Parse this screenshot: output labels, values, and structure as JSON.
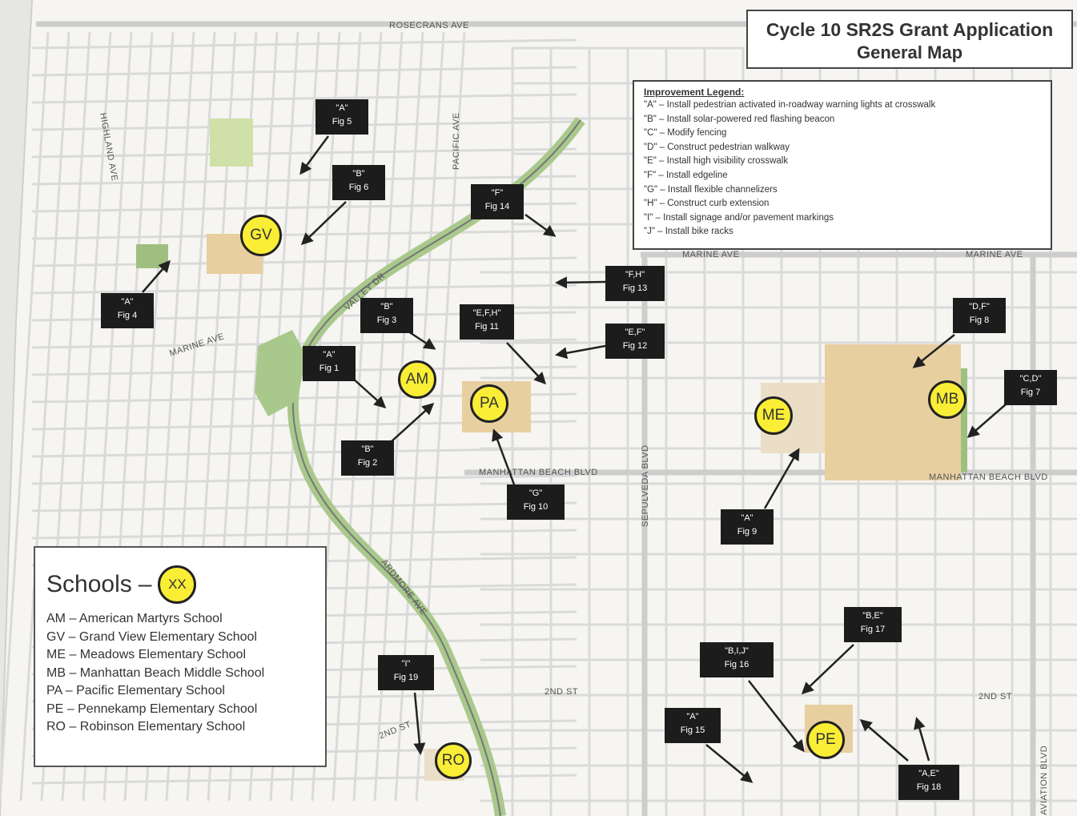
{
  "map": {
    "title_line1": "Cycle 10 SR2S Grant Application",
    "title_line2": "General Map"
  },
  "improvement_legend": {
    "title": "Improvement Legend:",
    "items": [
      "\"A\" – Install pedestrian activated in-roadway warning lights at crosswalk",
      "\"B\" – Install solar-powered red flashing beacon",
      "\"C\" – Modify fencing",
      "\"D\" – Construct pedestrian walkway",
      "\"E\" – Install high visibility crosswalk",
      "\"F\" – Install edgeline",
      "\"G\" – Install flexible channelizers",
      "\"H\" – Construct curb extension",
      "\"I\" – Install signage and/or pavement markings",
      "\"J\" – Install bike racks"
    ]
  },
  "schools_legend": {
    "title": "Schools",
    "dash": "–",
    "badge": "XX",
    "items": [
      "AM – American Martyrs School",
      "GV – Grand View Elementary School",
      "ME – Meadows Elementary School",
      "MB – Manhattan Beach Middle School",
      "PA – Pacific Elementary School",
      "PE – Pennekamp Elementary School",
      "RO – Robinson Elementary School"
    ]
  },
  "schools": {
    "gv": "GV",
    "am": "AM",
    "pa": "PA",
    "me": "ME",
    "mb": "MB",
    "pe": "PE",
    "ro": "RO"
  },
  "callouts": {
    "fig5": {
      "code": "\"A\"",
      "fig": "Fig 5"
    },
    "fig6": {
      "code": "\"B\"",
      "fig": "Fig 6"
    },
    "fig14": {
      "code": "\"F\"",
      "fig": "Fig 14"
    },
    "fig4": {
      "code": "\"A\"",
      "fig": "Fig 4"
    },
    "fig3": {
      "code": "\"B\"",
      "fig": "Fig 3"
    },
    "fig1": {
      "code": "\"A\"",
      "fig": "Fig 1"
    },
    "fig2": {
      "code": "\"B\"",
      "fig": "Fig 2"
    },
    "fig11": {
      "code": "\"E,F,H\"",
      "fig": "Fig 11"
    },
    "fig13": {
      "code": "\"F,H\"",
      "fig": "Fig 13"
    },
    "fig12": {
      "code": "\"E,F\"",
      "fig": "Fig 12"
    },
    "fig10": {
      "code": "\"G\"",
      "fig": "Fig 10"
    },
    "fig8": {
      "code": "\"D,F\"",
      "fig": "Fig 8"
    },
    "fig7": {
      "code": "\"C,D\"",
      "fig": "Fig 7"
    },
    "fig9": {
      "code": "\"A\"",
      "fig": "Fig 9"
    },
    "fig19": {
      "code": "\"I\"",
      "fig": "Fig 19"
    },
    "fig17": {
      "code": "\"B,E\"",
      "fig": "Fig 17"
    },
    "fig16": {
      "code": "\"B,I,J\"",
      "fig": "Fig 16"
    },
    "fig15": {
      "code": "\"A\"",
      "fig": "Fig 15"
    },
    "fig18": {
      "code": "\"A,E\"",
      "fig": "Fig 18"
    }
  },
  "streets": {
    "rosecrans": "ROSECRANS AVE",
    "highland": "HIGHLAND AVE",
    "pacific": "PACIFIC AVE",
    "valley": "VALLEY DR",
    "marine": "MARINE AVE",
    "marine_e": "MARINE AVE",
    "marine_mid": "MARINE AVE",
    "mbblvd1": "MANHATTAN BEACH BLVD",
    "mbblvd2": "MANHATTAN BEACH BLVD",
    "sepulveda": "SEPULVEDA BLVD",
    "ardmore": "ARDMORE AVE",
    "second1": "2ND ST",
    "second2": "2ND ST",
    "second3": "2ND ST",
    "aviation": "AVIATION BLVD"
  },
  "colors": {
    "road": "#d9d9d9",
    "major_road": "#c9c9c9",
    "green_corridor": "#a9c98c",
    "school_ground": "#e8cf9f",
    "park": "#9fbf7f",
    "beach": "#e6e6e3",
    "marker_fill": "#f9ee35",
    "callout_bg": "#1c1c1c"
  }
}
